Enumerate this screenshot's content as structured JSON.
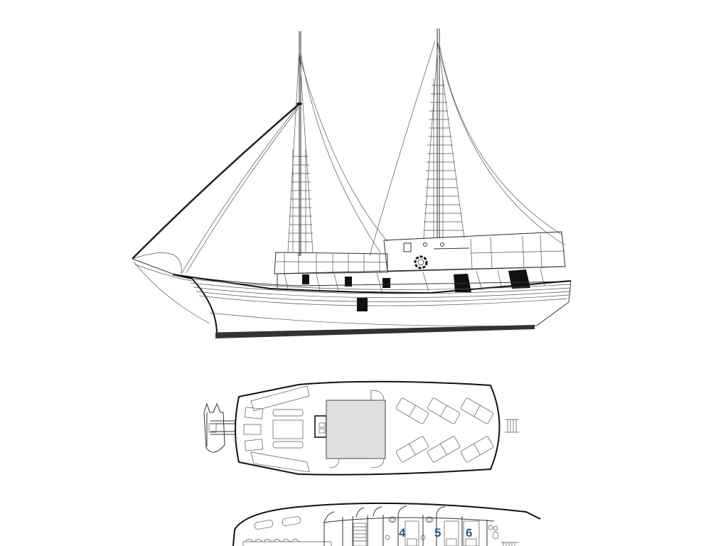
{
  "diagram": {
    "type": "ship-layout",
    "views": [
      {
        "id": "side-elevation",
        "label": "Side profile of two-masted schooner"
      },
      {
        "id": "upper-deck-plan",
        "label": "Upper deck plan"
      },
      {
        "id": "lower-deck-plan",
        "label": "Lower deck plan with cabins"
      }
    ],
    "cabins": [
      {
        "number": "4"
      },
      {
        "number": "5"
      },
      {
        "number": "6"
      }
    ],
    "colors": {
      "line": "#333333",
      "hull_keel": "#333333",
      "cabin_label": "#1f5a8a",
      "roof_fill": "#dedede",
      "background": "#ffffff"
    }
  }
}
